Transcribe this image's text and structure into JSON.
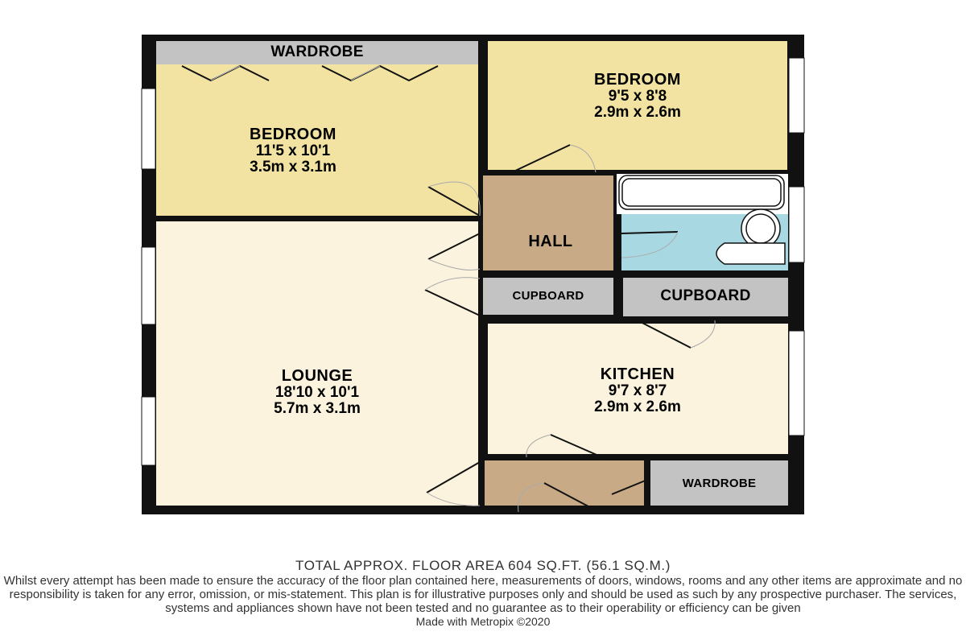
{
  "rooms": {
    "bedroom1": {
      "name": "BEDROOM",
      "imperial": "11'5 x 10'1",
      "metric": "3.5m x 3.1m"
    },
    "bedroom2": {
      "name": "BEDROOM",
      "imperial": "9'5 x 8'8",
      "metric": "2.9m x 2.6m"
    },
    "lounge": {
      "name": "LOUNGE",
      "imperial": "18'10 x 10'1",
      "metric": "5.7m x 3.1m"
    },
    "kitchen": {
      "name": "KITCHEN",
      "imperial": "9'7 x 8'7",
      "metric": "2.9m x 2.6m"
    },
    "hall": {
      "name": "HALL"
    }
  },
  "storage": {
    "wardrobe_top": "WARDROBE",
    "wardrobe_bottom": "WARDROBE",
    "cupboard_left": "CUPBOARD",
    "cupboard_right": "CUPBOARD"
  },
  "footer": {
    "total_area": "TOTAL APPROX. FLOOR AREA 604 SQ.FT. (56.1 SQ.M.)",
    "disclaimer": "Whilst every attempt has been made to ensure the accuracy of the floor plan contained here, measurements of doors, windows, rooms and any other items are approximate and no responsibility is taken for any error, omission, or mis-statement. This plan is for illustrative purposes only and should be used as such by any prospective purchaser. The services, systems and appliances shown have not been tested and no guarantee as to their operability or efficiency can be given",
    "credit": "Made with Metropix ©2020"
  },
  "colors": {
    "wall": "#111111",
    "bedroom": "#f3e3a3",
    "lounge": "#fbf3de",
    "hall": "#c8ab86",
    "bathroom": "#a8d8e1",
    "storage": "#c3c3c3",
    "window": "#ffffff"
  }
}
